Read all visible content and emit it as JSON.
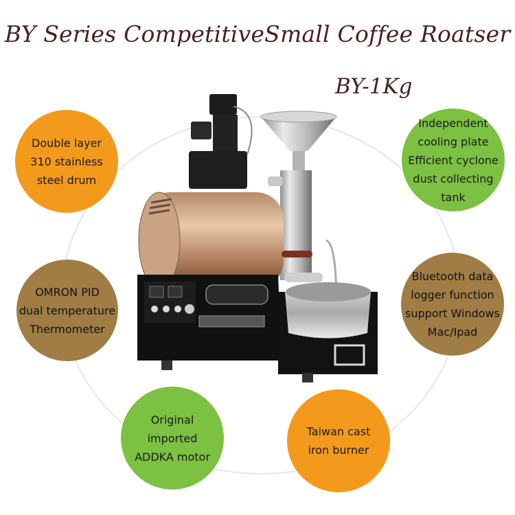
{
  "title": "BY Series CompetitiveSmall Coffee Roatser",
  "model": "BY-1Kg",
  "features": [
    {
      "text": "Double layer\n310 stainless\nsteel drum",
      "color": "#f39a1c"
    },
    {
      "text": "Independent\ncooling plate\nEfficient cyclone\ndust collecting\ntank",
      "color": "#7cc142"
    },
    {
      "text": "OMRON PID\ndual temperature\nThermometer",
      "color": "#a07d45"
    },
    {
      "text": "Bluetooth data\nlogger function\nsupport Windows\nMac/Ipad",
      "color": "#a07d45"
    },
    {
      "text": "Original\nimported\nADDKA motor",
      "color": "#7cc142"
    },
    {
      "text": "Taiwan cast\niron burner",
      "color": "#f39a1c"
    }
  ]
}
